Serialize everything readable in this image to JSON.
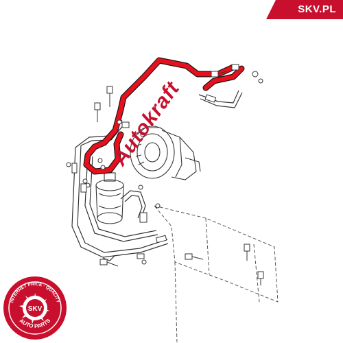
{
  "brand": {
    "banner_text": "SKV.PL",
    "banner_color": "#c8102e"
  },
  "watermark": {
    "text": "Autokraft",
    "color": "#c8102e"
  },
  "seal": {
    "ring_text": "INTERNET PRICE · QUALITY",
    "center_text": "SKV",
    "bottom_text": "AUTO PARTS",
    "color": "#c8102e"
  },
  "diagram": {
    "highlight_color": "#e8101c",
    "line_color": "#333333"
  }
}
